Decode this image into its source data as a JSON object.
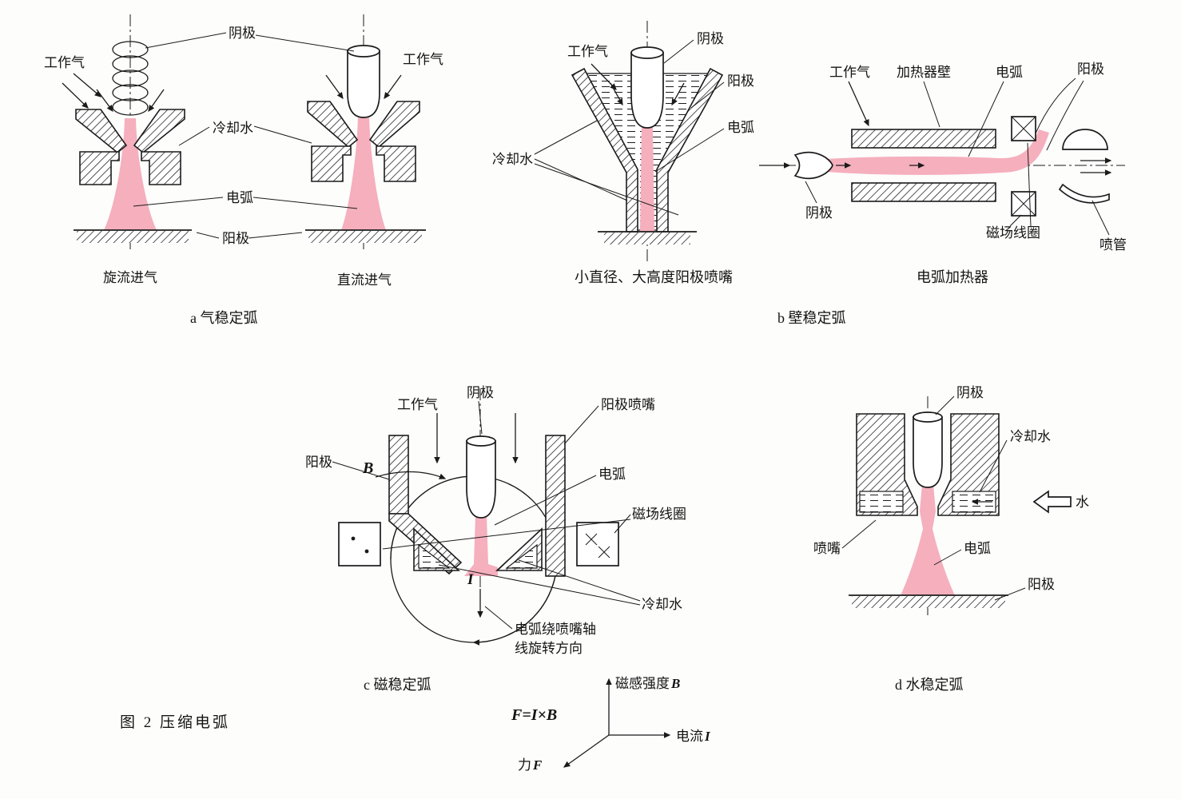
{
  "colors": {
    "ink": "#1b1b1b",
    "arc_pink": "#f5afbd",
    "background": "#fdfdfc"
  },
  "figure": {
    "caption": "图 2  压缩电弧"
  },
  "panel_a": {
    "caption": "a 气稳定弧",
    "working_gas_left": "工作气",
    "working_gas_right": "工作气",
    "cathode": "阴极",
    "cooling_water": "冷却水",
    "arc": "电弧",
    "anode": "阳极",
    "swirl_inlet": "旋流进气",
    "straight_inlet": "直流进气"
  },
  "panel_b": {
    "caption": "b 壁稳定弧",
    "left": {
      "caption": "小直径、大高度阳极喷嘴",
      "working_gas": "工作气",
      "cathode": "阴极",
      "anode": "阳极",
      "arc": "电弧",
      "cooling_water": "冷却水"
    },
    "right": {
      "caption": "电弧加热器",
      "working_gas": "工作气",
      "heater_wall": "加热器壁",
      "arc": "电弧",
      "anode": "阳极",
      "cathode": "阴极",
      "field_coil": "磁场线圈",
      "nozzle": "喷管"
    }
  },
  "panel_c": {
    "caption": "c 磁稳定弧",
    "working_gas": "工作气",
    "cathode": "阴极",
    "anode_nozzle": "阳极喷嘴",
    "anode": "阳极",
    "field_b": "B",
    "arc": "电弧",
    "field_coil": "磁场线圈",
    "current_i": "I",
    "cooling_water": "冷却水",
    "rotation_note_line1": "电弧绕喷嘴轴",
    "rotation_note_line2": "线旋转方向"
  },
  "panel_d": {
    "caption": "d 水稳定弧",
    "cathode": "阴极",
    "cooling_water": "冷却水",
    "water": "水",
    "nozzle": "喷嘴",
    "arc": "电弧",
    "anode": "阳极"
  },
  "vector": {
    "formula": "F=I×B",
    "b_axis_text": "磁感强度",
    "b_axis_sym": "B",
    "i_axis_text": "电流",
    "i_axis_sym": "I",
    "f_axis_text": "力",
    "f_axis_sym": "F"
  }
}
